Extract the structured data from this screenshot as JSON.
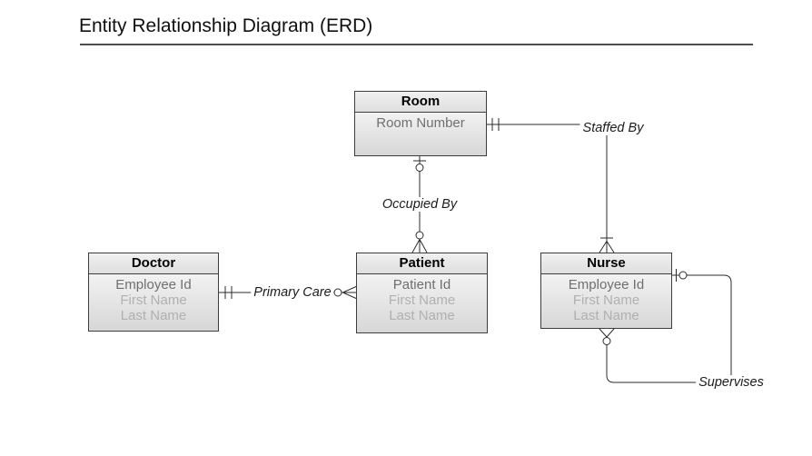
{
  "title": "Entity Relationship Diagram (ERD)",
  "entities": [
    {
      "name": "Room",
      "attributes": [
        "Room Number"
      ]
    },
    {
      "name": "Doctor",
      "attributes": [
        "Employee Id",
        "First Name",
        "Last Name"
      ]
    },
    {
      "name": "Patient",
      "attributes": [
        "Patient Id",
        "First Name",
        "Last Name"
      ]
    },
    {
      "name": "Nurse",
      "attributes": [
        "Employee Id",
        "First Name",
        "Last Name"
      ]
    }
  ],
  "relationships": [
    {
      "label": "Occupied By",
      "from": "Room",
      "to": "Patient",
      "from_cardinality": "zero-or-one",
      "to_cardinality": "zero-or-many"
    },
    {
      "label": "Staffed By",
      "from": "Room",
      "to": "Nurse",
      "from_cardinality": "one-and-only-one",
      "to_cardinality": "one-or-many"
    },
    {
      "label": "Primary Care",
      "from": "Doctor",
      "to": "Patient",
      "from_cardinality": "one-and-only-one",
      "to_cardinality": "zero-or-many"
    },
    {
      "label": "Supervises",
      "from": "Nurse",
      "to": "Nurse",
      "from_cardinality": "zero-or-one",
      "to_cardinality": "zero-or-many"
    }
  ],
  "colors": {
    "entity_border": "#3d3d3d",
    "entity_header_fill": "#e8e8e8",
    "entity_body_fill": "#e4e4e4",
    "key_attribute_text": "#6f6f6f",
    "attribute_text": "#b0b0b0",
    "line": "#2b2b2b",
    "label_text": "#1c1c1c"
  }
}
